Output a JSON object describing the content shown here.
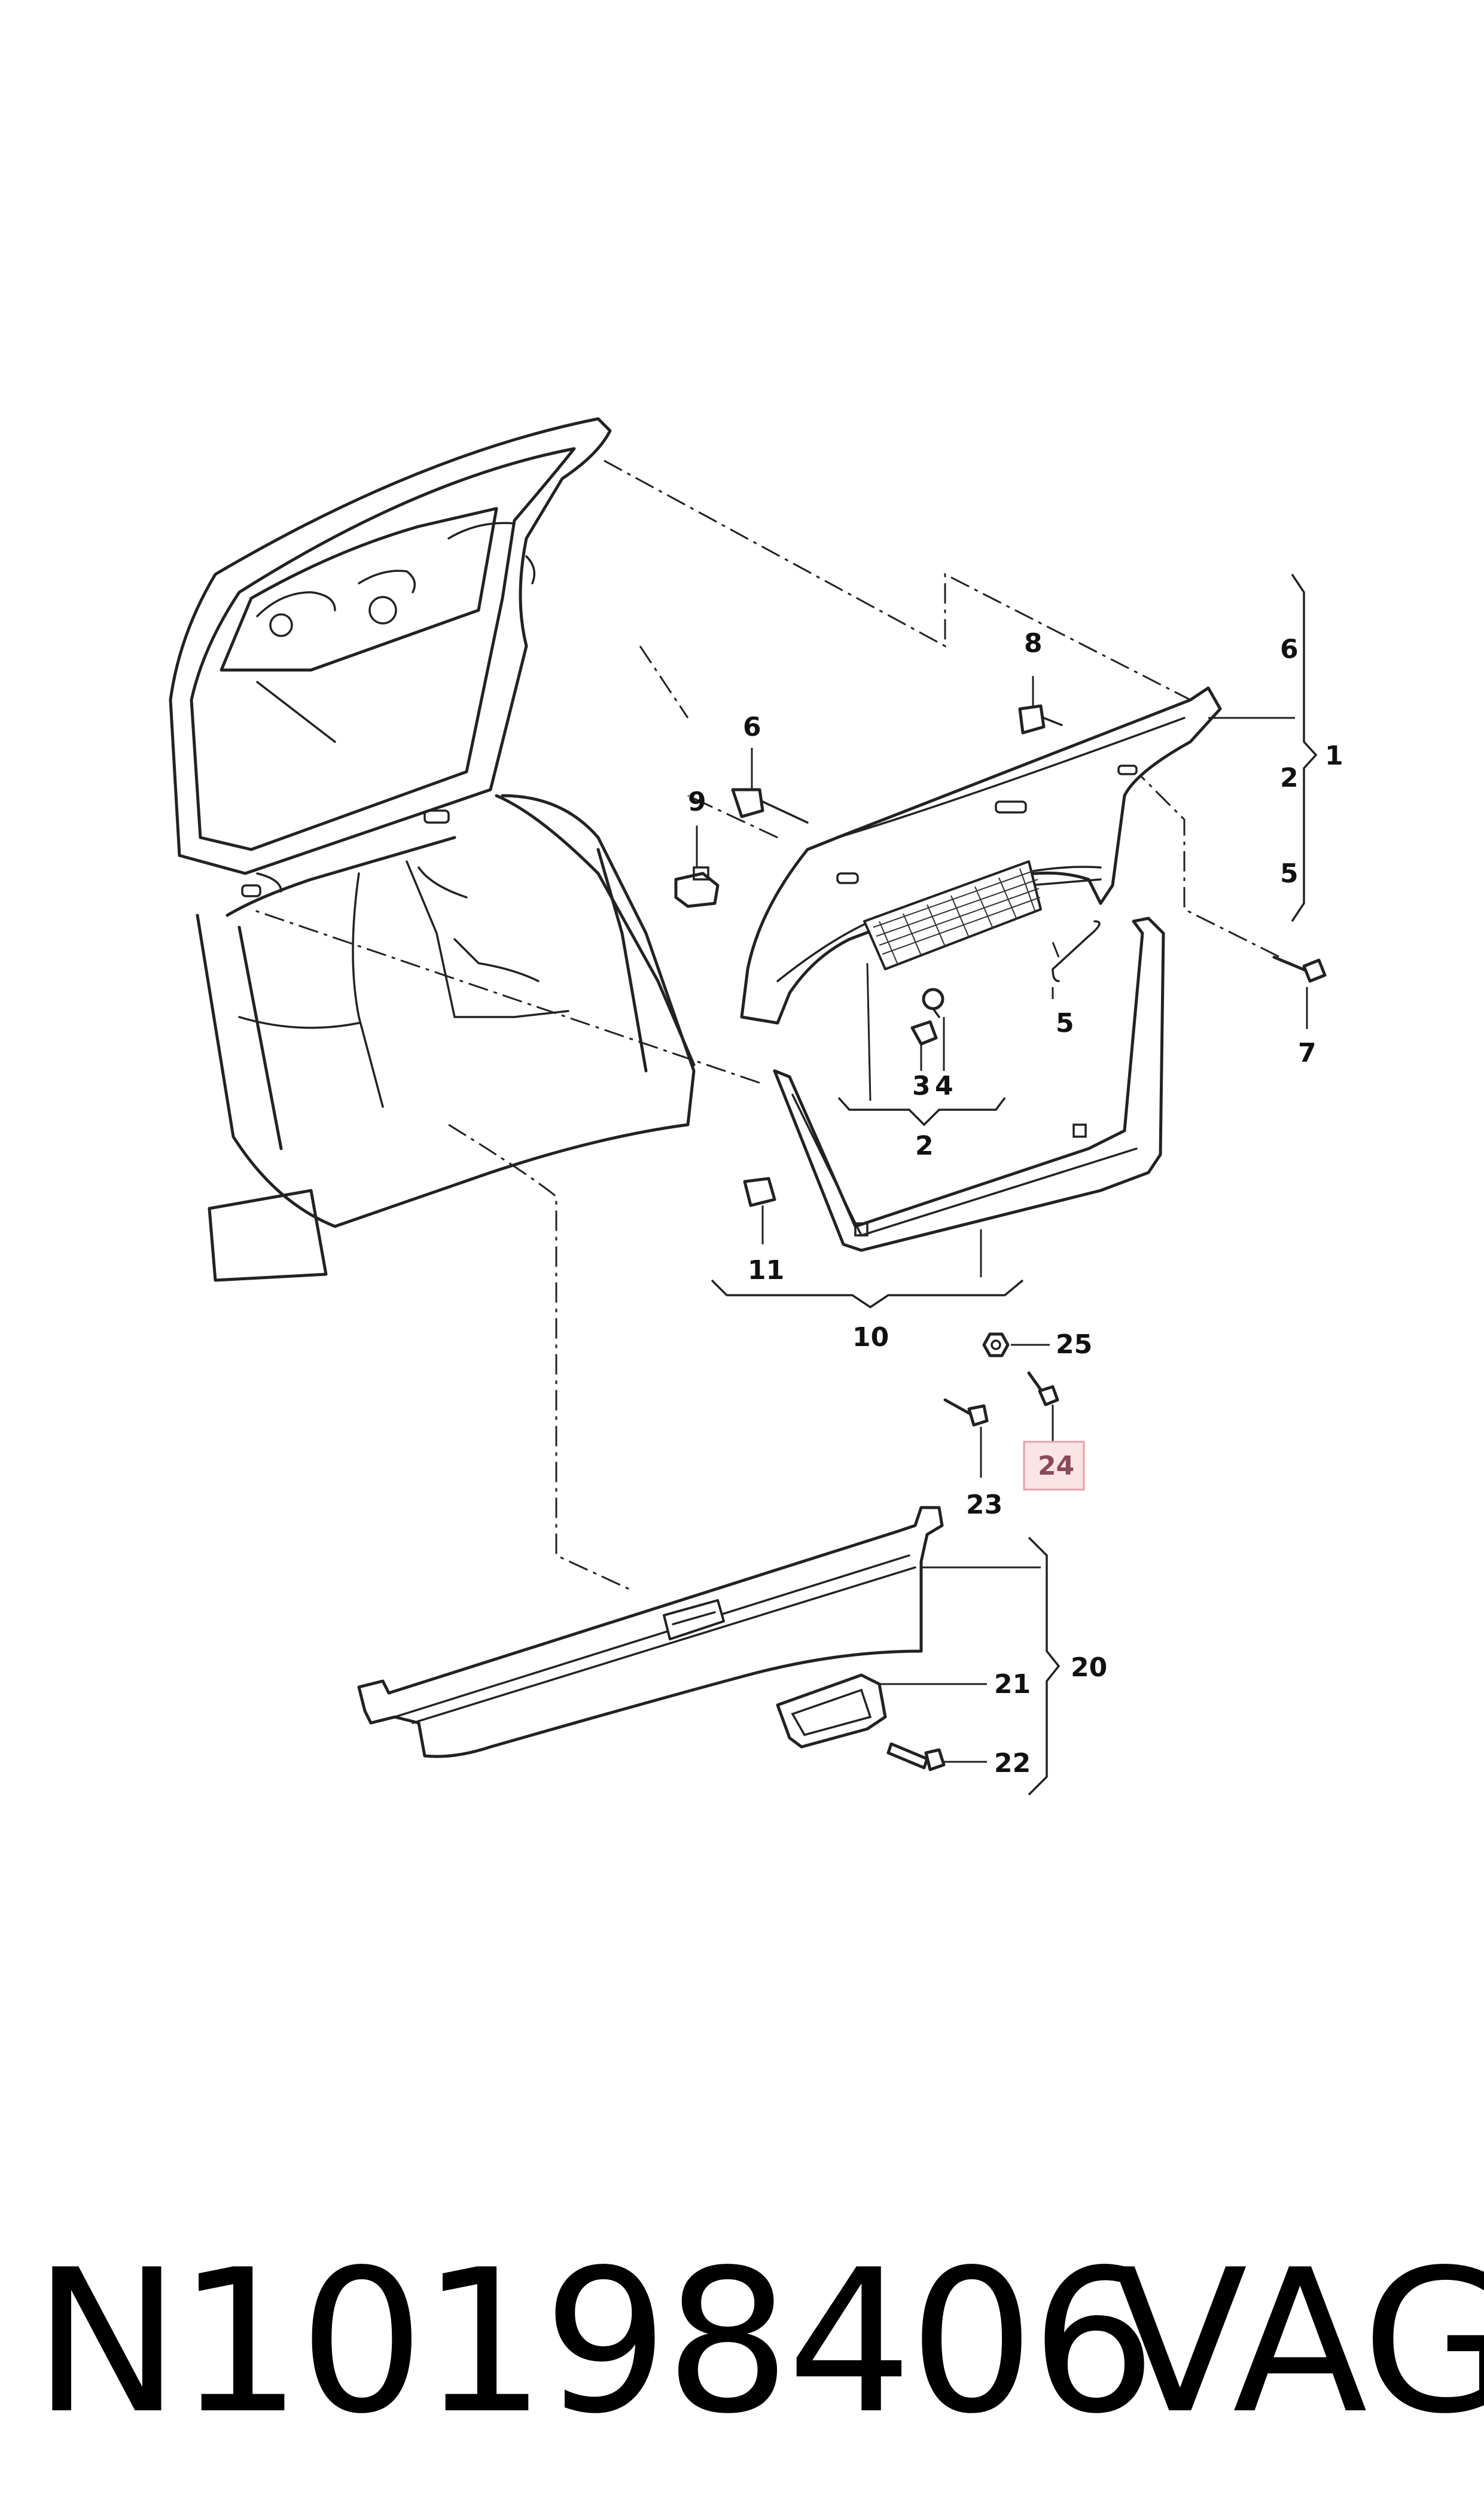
{
  "diagram": {
    "callouts": {
      "c1": "1",
      "c2": "2",
      "c2b": "2",
      "c3": "3",
      "c4": "4",
      "c5": "5",
      "c5b": "5",
      "c6": "6",
      "c6b": "6",
      "c7": "7",
      "c8": "8",
      "c9": "9",
      "c10": "10",
      "c11": "11",
      "c20": "20",
      "c21": "21",
      "c22": "22",
      "c23": "23",
      "c24": "24",
      "c25": "25"
    },
    "highlighted_callout": "24",
    "highlight_color": "#e8a0a8",
    "highlight_fill": "#fbe4e6"
  },
  "footer": {
    "part_number": "N10198406",
    "brand": "VAG"
  }
}
